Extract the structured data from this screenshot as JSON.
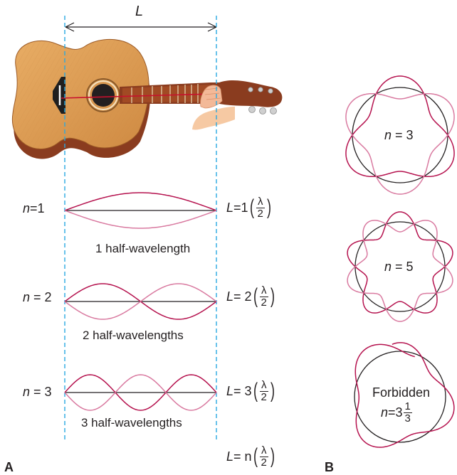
{
  "length_label": "L",
  "colors": {
    "wave_dark": "#b5124e",
    "wave_light": "#d97aa0",
    "guide_dashed": "#29a9e0",
    "string_red": "#c8102e",
    "guitar_body": "#d99a52",
    "guitar_side": "#8a3c1f",
    "neck": "#8a3c1f"
  },
  "modes": [
    {
      "n_label": "n",
      "n_sep": "=",
      "n_value": "1",
      "eq_lhs": "L",
      "eq_mid": "=1",
      "eq_num": "λ",
      "eq_den": "2",
      "caption": "1 half-wavelength",
      "loops": 1
    },
    {
      "n_label": "n",
      "n_sep": " = ",
      "n_value": "2",
      "eq_lhs": "L",
      "eq_mid": " = 2",
      "eq_num": "λ",
      "eq_den": "2",
      "caption": "2 half-wavelengths",
      "loops": 2
    },
    {
      "n_label": "n",
      "n_sep": " = ",
      "n_value": "3",
      "eq_lhs": "L",
      "eq_mid": " = 3",
      "eq_num": "λ",
      "eq_den": "2",
      "caption": "3 half-wavelengths",
      "loops": 3
    }
  ],
  "general_eq": {
    "lhs": "L",
    "mid": " = n",
    "num": "λ",
    "den": "2"
  },
  "panel_a": "A",
  "panel_b": "B",
  "orbits": [
    {
      "n_label": "n",
      "sep": " = ",
      "value": "3",
      "waves": 3
    },
    {
      "n_label": "n",
      "sep": " = ",
      "value": "5",
      "waves": 5
    }
  ],
  "forbidden": {
    "title": "Forbidden",
    "n_label": "n",
    "sep": " = ",
    "whole": "3",
    "num": "1",
    "den": "3",
    "waves": 3.3333
  }
}
